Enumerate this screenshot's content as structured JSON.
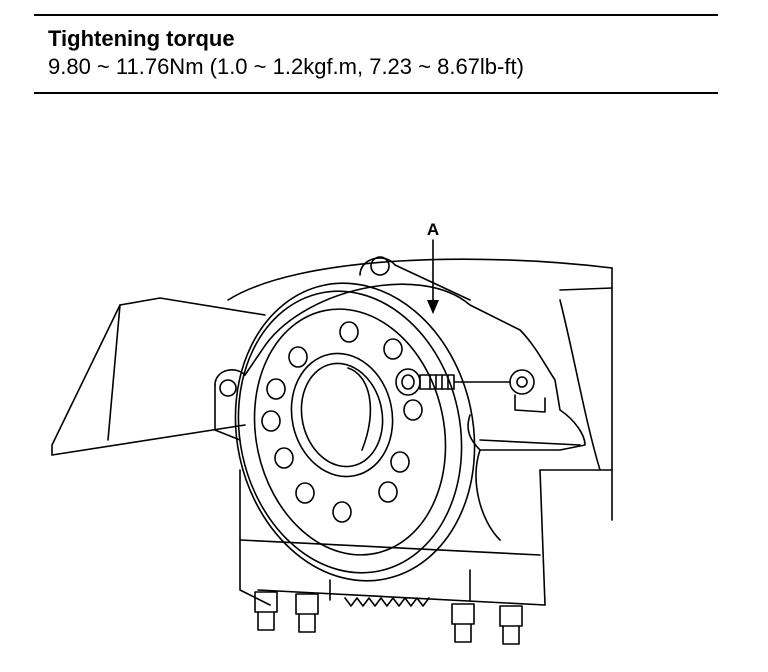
{
  "spec": {
    "title": "Tightening torque",
    "value": "9.80 ~ 11.76Nm (1.0 ~ 1.2kgf.m, 7.23 ~ 8.67lb-ft)"
  },
  "figure": {
    "callout_label": "A"
  }
}
